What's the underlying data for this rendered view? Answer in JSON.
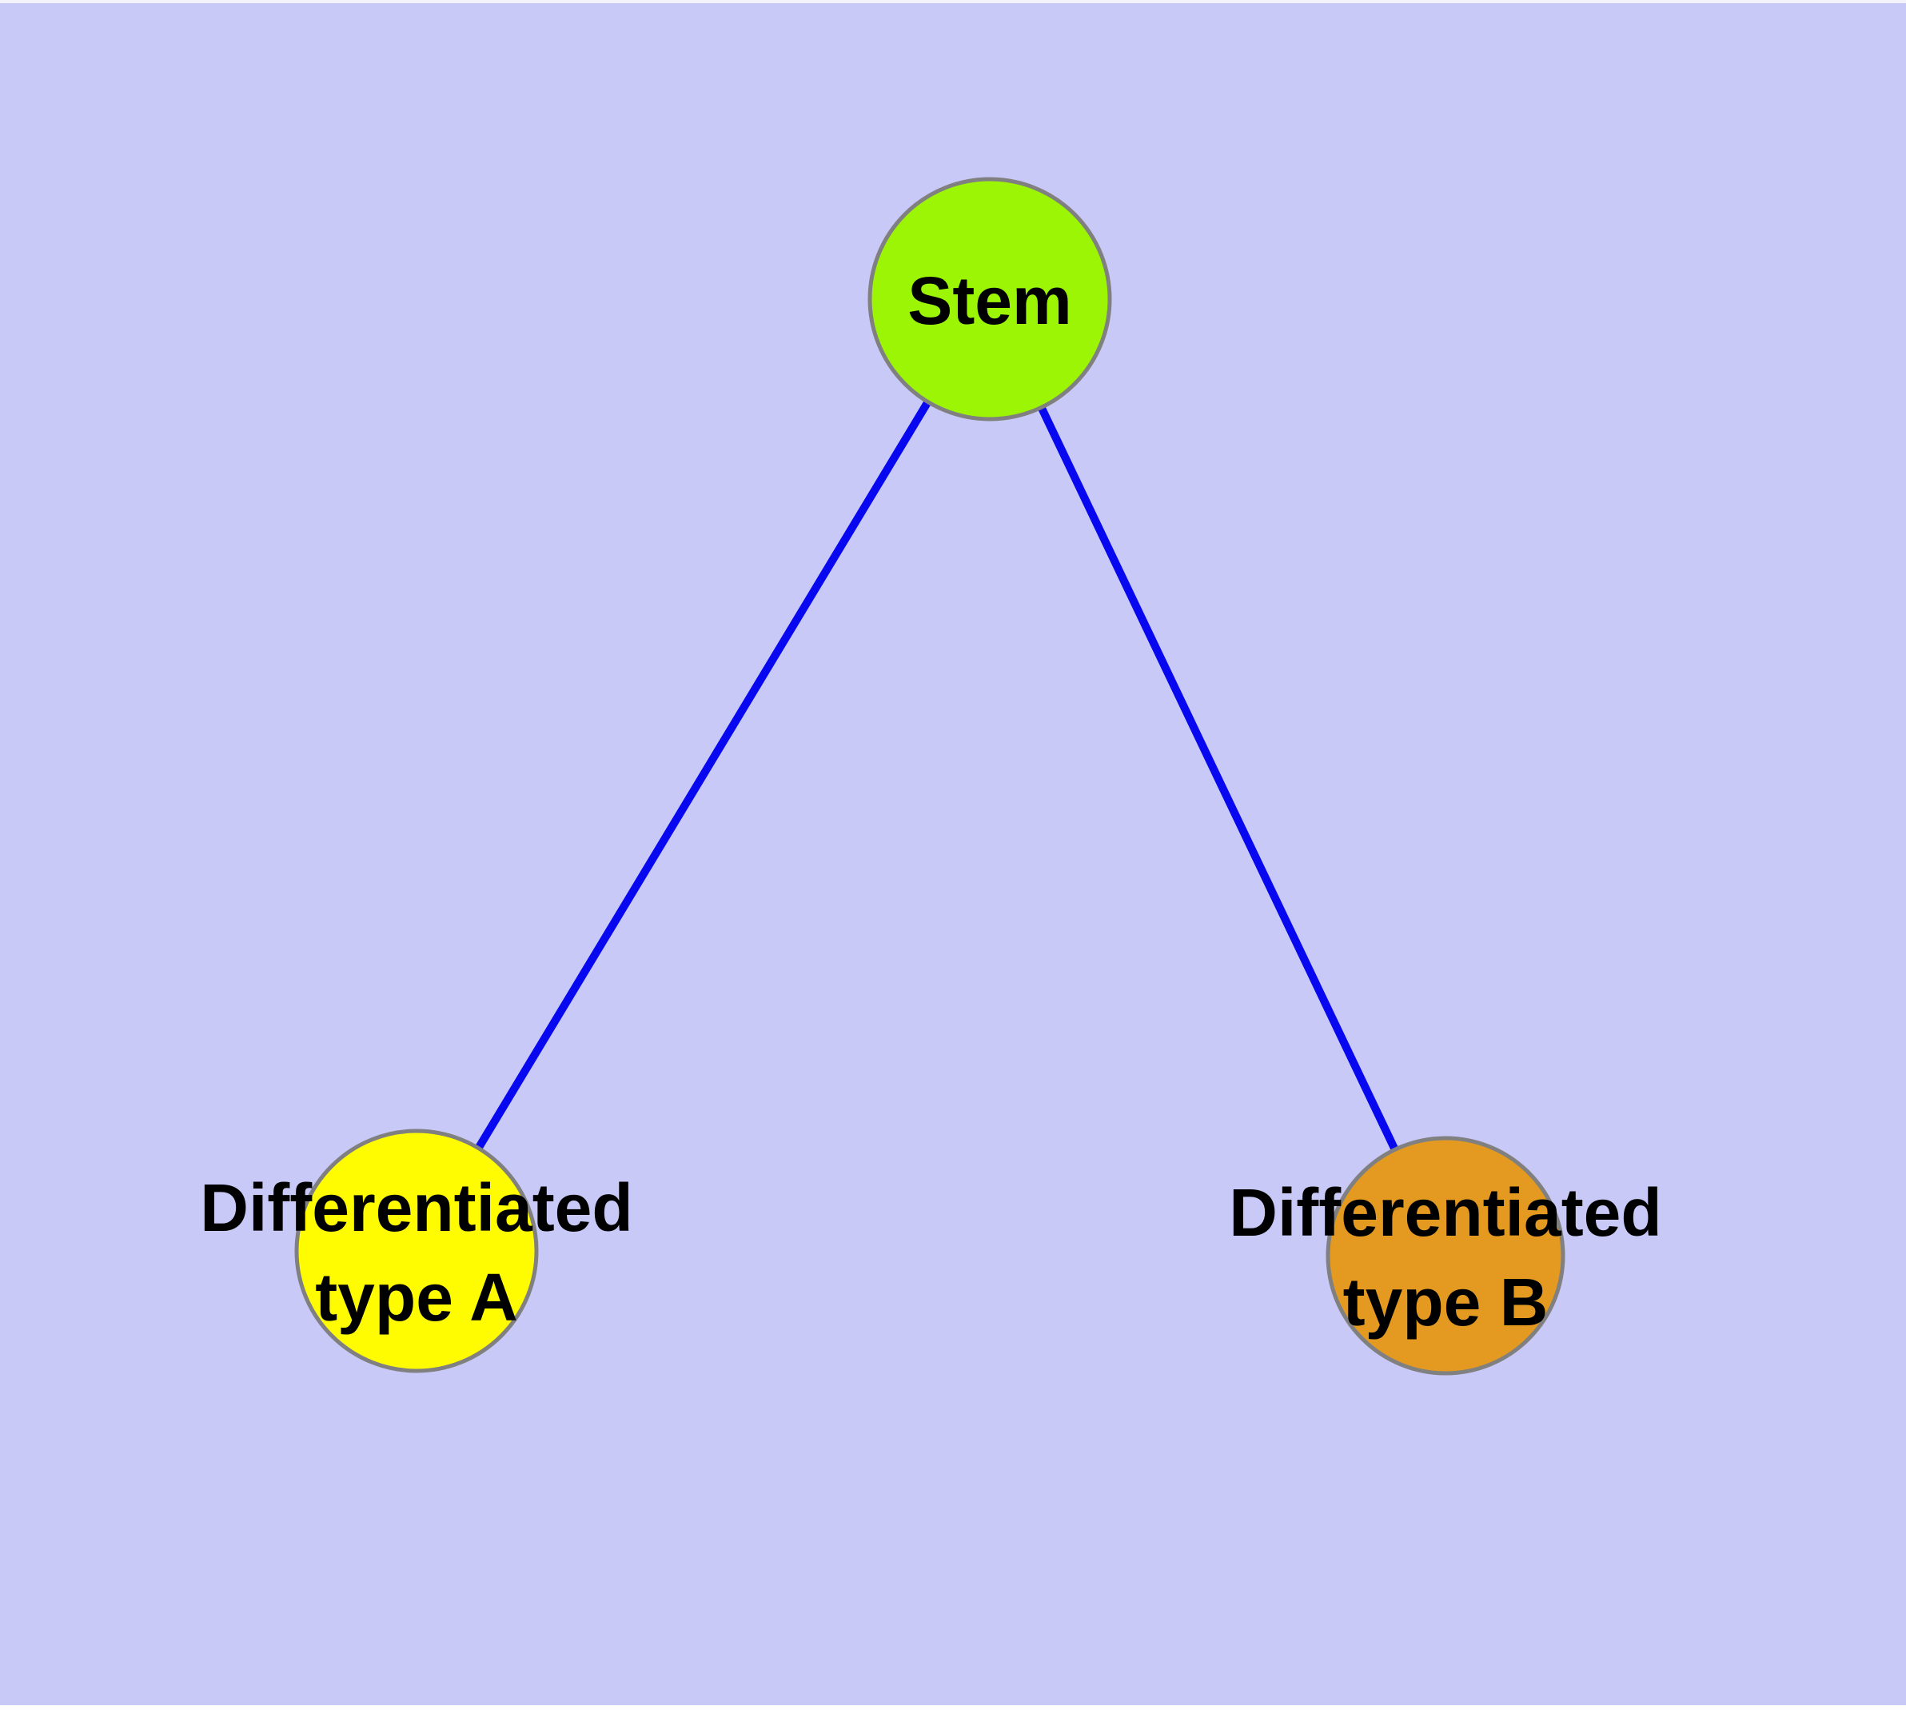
{
  "diagram": {
    "background_color": "#c9c9f8",
    "edge_color": "#0808f0",
    "node_border_color": "#808080",
    "text_color": "#000000",
    "nodes": [
      {
        "id": "stem",
        "lines": [
          "Stem"
        ],
        "fill": "#9bf505"
      },
      {
        "id": "differentiated-type-a",
        "lines": [
          "Differentiated",
          "type A"
        ],
        "fill": "#fffb00"
      },
      {
        "id": "differentiated-type-b",
        "lines": [
          "Differentiated",
          "type B"
        ],
        "fill": "#e49a20"
      }
    ],
    "edges": [
      {
        "from": "stem",
        "to": "differentiated-type-a"
      },
      {
        "from": "stem",
        "to": "differentiated-type-b"
      }
    ]
  }
}
